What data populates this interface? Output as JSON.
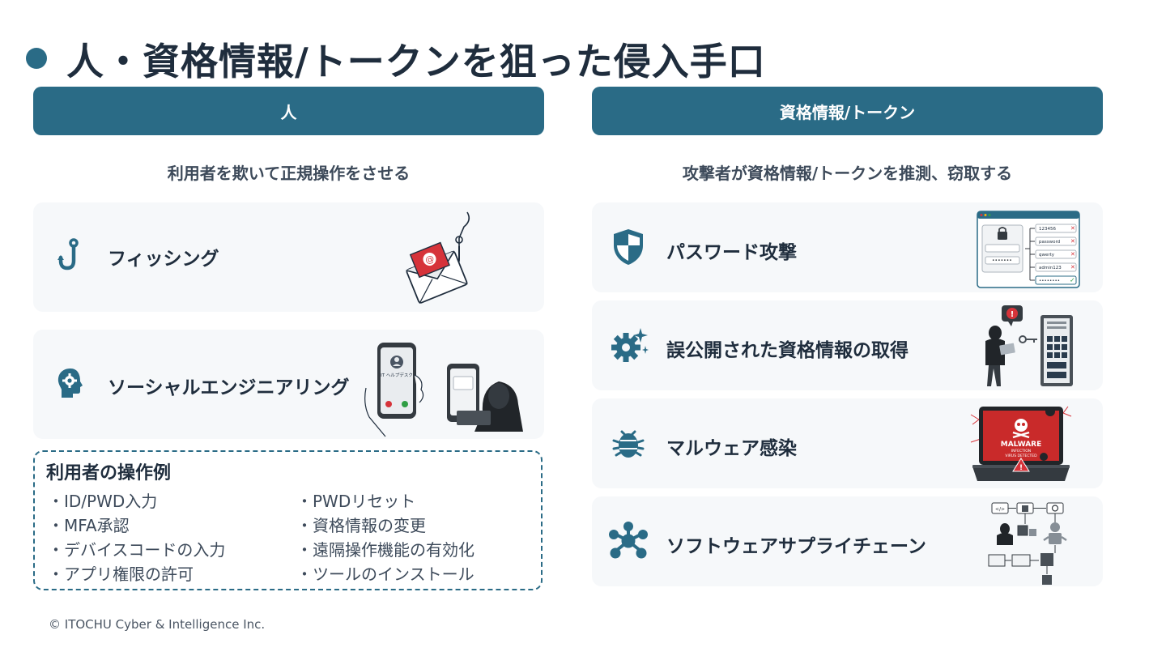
{
  "slide": {
    "title": "人・資格情報/トークンを狙った侵入手口"
  },
  "left": {
    "header": "人",
    "subtitle": "利用者を欺いて正規操作をさせる",
    "cards": [
      {
        "label": "フィッシング",
        "icon": "fishhook-icon"
      },
      {
        "label": "ソーシャルエンジニアリング",
        "icon": "head-gear-icon"
      }
    ],
    "art": {
      "helpdesk_screen": "IT ヘルプデスク"
    },
    "operations": {
      "title": "利用者の操作例",
      "col1": [
        "ID/PWD入力",
        "MFA承認",
        "デバイスコードの入力",
        "アプリ権限の許可"
      ],
      "col2": [
        "PWDリセット",
        "資格情報の変更",
        "遠隔操作機能の有効化",
        "ツールのインストール"
      ]
    }
  },
  "right": {
    "header": "資格情報/トークン",
    "subtitle": "攻撃者が資格情報/トークンを推測、窃取する",
    "cards": [
      {
        "label": "パスワード攻撃",
        "icon": "shield-icon"
      },
      {
        "label": "誤公開された資格情報の取得",
        "icon": "gear-sparkle-icon"
      },
      {
        "label": "マルウェア感染",
        "icon": "bug-icon"
      },
      {
        "label": "ソフトウェアサプライチェーン",
        "icon": "network-hub-icon"
      }
    ],
    "art": {
      "password_list": [
        "123456",
        "password",
        "qwerty",
        "admin123",
        "••••••••"
      ],
      "malware_title": "MALWARE",
      "malware_line1": "INFECTION",
      "malware_line2": "VIRUS DETECTED"
    }
  },
  "footer": "© ITOCHU Cyber & Intelligence Inc.",
  "colors": {
    "primary": "#2a6b86",
    "card_bg": "#f6f8fa",
    "text": "#1f2d3d",
    "danger": "#c92a2a",
    "ok": "#2f9e44"
  }
}
